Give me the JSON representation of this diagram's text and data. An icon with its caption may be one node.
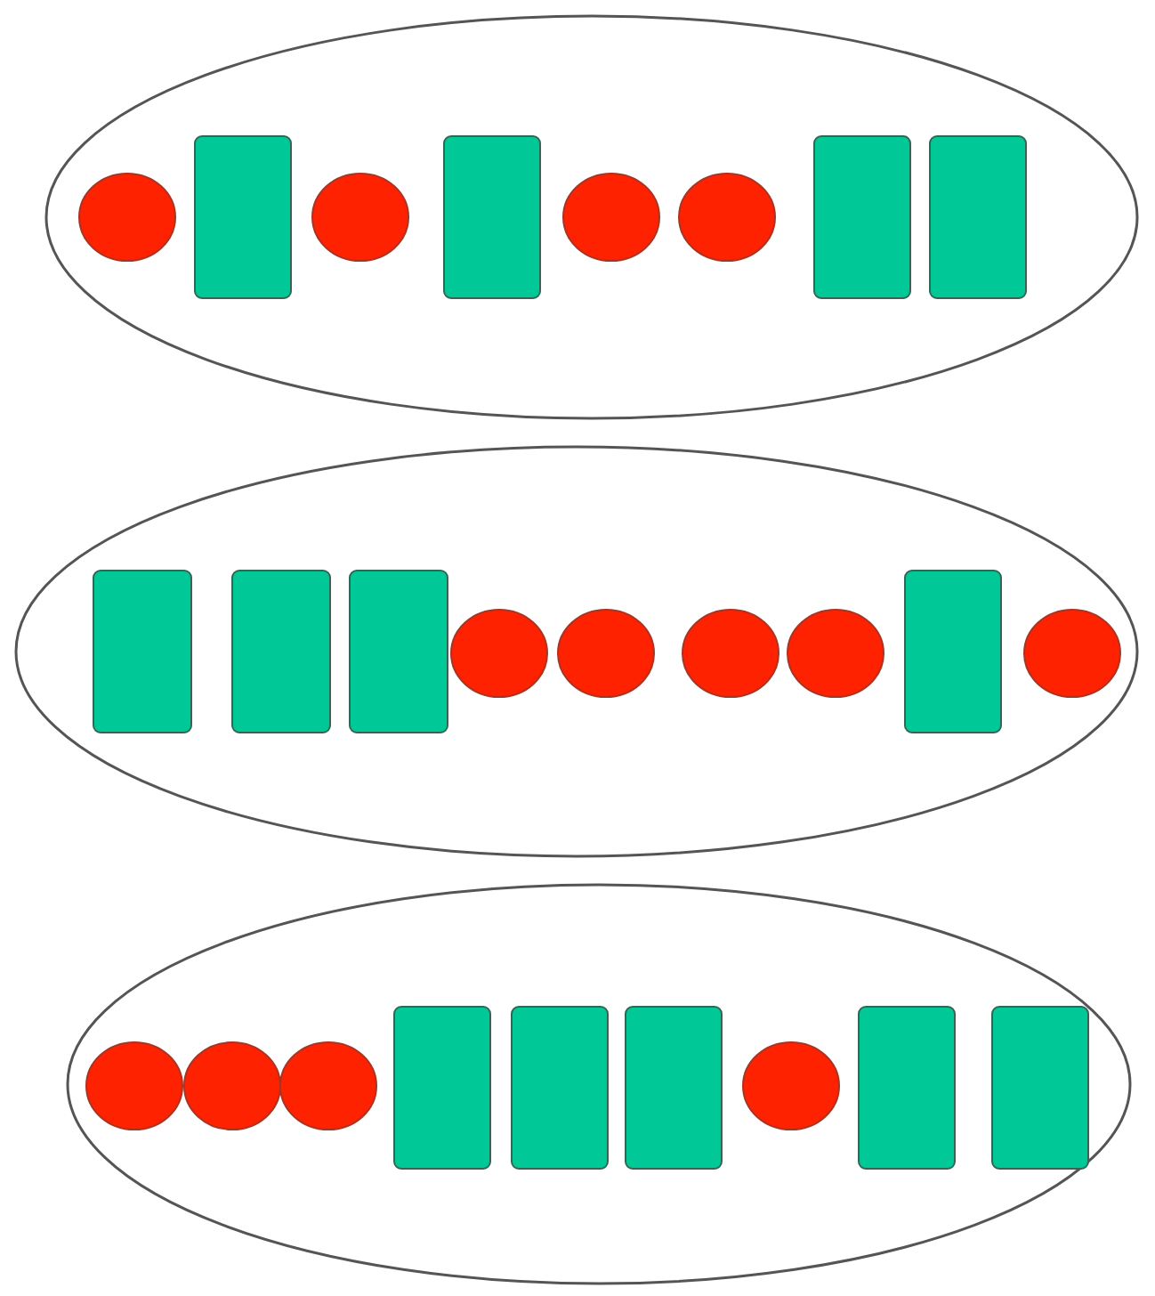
{
  "diagram": {
    "nodes": [
      {
        "text": [],
        "shape": "ellipse"
      },
      {
        "text": [],
        "shape": "circle",
        "in": 0
      },
      {
        "text": [],
        "shape": "box",
        "in": 0
      },
      {
        "text": [],
        "shape": "circle",
        "in": 0
      },
      {
        "text": [],
        "shape": "box",
        "in": 0
      },
      {
        "text": [],
        "shape": "circle",
        "in": 0
      },
      {
        "text": [],
        "shape": "circle",
        "in": 0
      },
      {
        "text": [],
        "shape": "box",
        "in": 0
      },
      {
        "text": [],
        "shape": "box",
        "in": 0
      },
      {
        "text": [],
        "shape": "ellipse"
      },
      {
        "text": [],
        "shape": "box",
        "in": 9
      },
      {
        "text": [],
        "shape": "box",
        "in": 9
      },
      {
        "text": [],
        "shape": "box",
        "in": 9
      },
      {
        "text": [],
        "shape": "circle",
        "in": 9
      },
      {
        "text": [],
        "shape": "circle",
        "in": 9
      },
      {
        "text": [],
        "shape": "circle",
        "in": 9
      },
      {
        "text": [],
        "shape": "circle",
        "in": 9
      },
      {
        "text": [],
        "shape": "box",
        "in": 9
      },
      {
        "text": [],
        "shape": "circle",
        "in": 9
      },
      {
        "text": [],
        "shape": "ellipse"
      },
      {
        "text": [],
        "shape": "circle",
        "in": 19
      },
      {
        "text": [],
        "shape": "circle",
        "in": 19
      },
      {
        "text": [],
        "shape": "circle",
        "in": 19
      },
      {
        "text": [],
        "shape": "box",
        "in": 19
      },
      {
        "text": [],
        "shape": "box",
        "in": 19
      },
      {
        "text": [],
        "shape": "box",
        "in": 19
      },
      {
        "text": [],
        "shape": "circle",
        "in": 19
      },
      {
        "text": [],
        "shape": "box",
        "in": 19
      },
      {
        "text": [],
        "shape": "box",
        "in": 19
      }
    ]
  }
}
